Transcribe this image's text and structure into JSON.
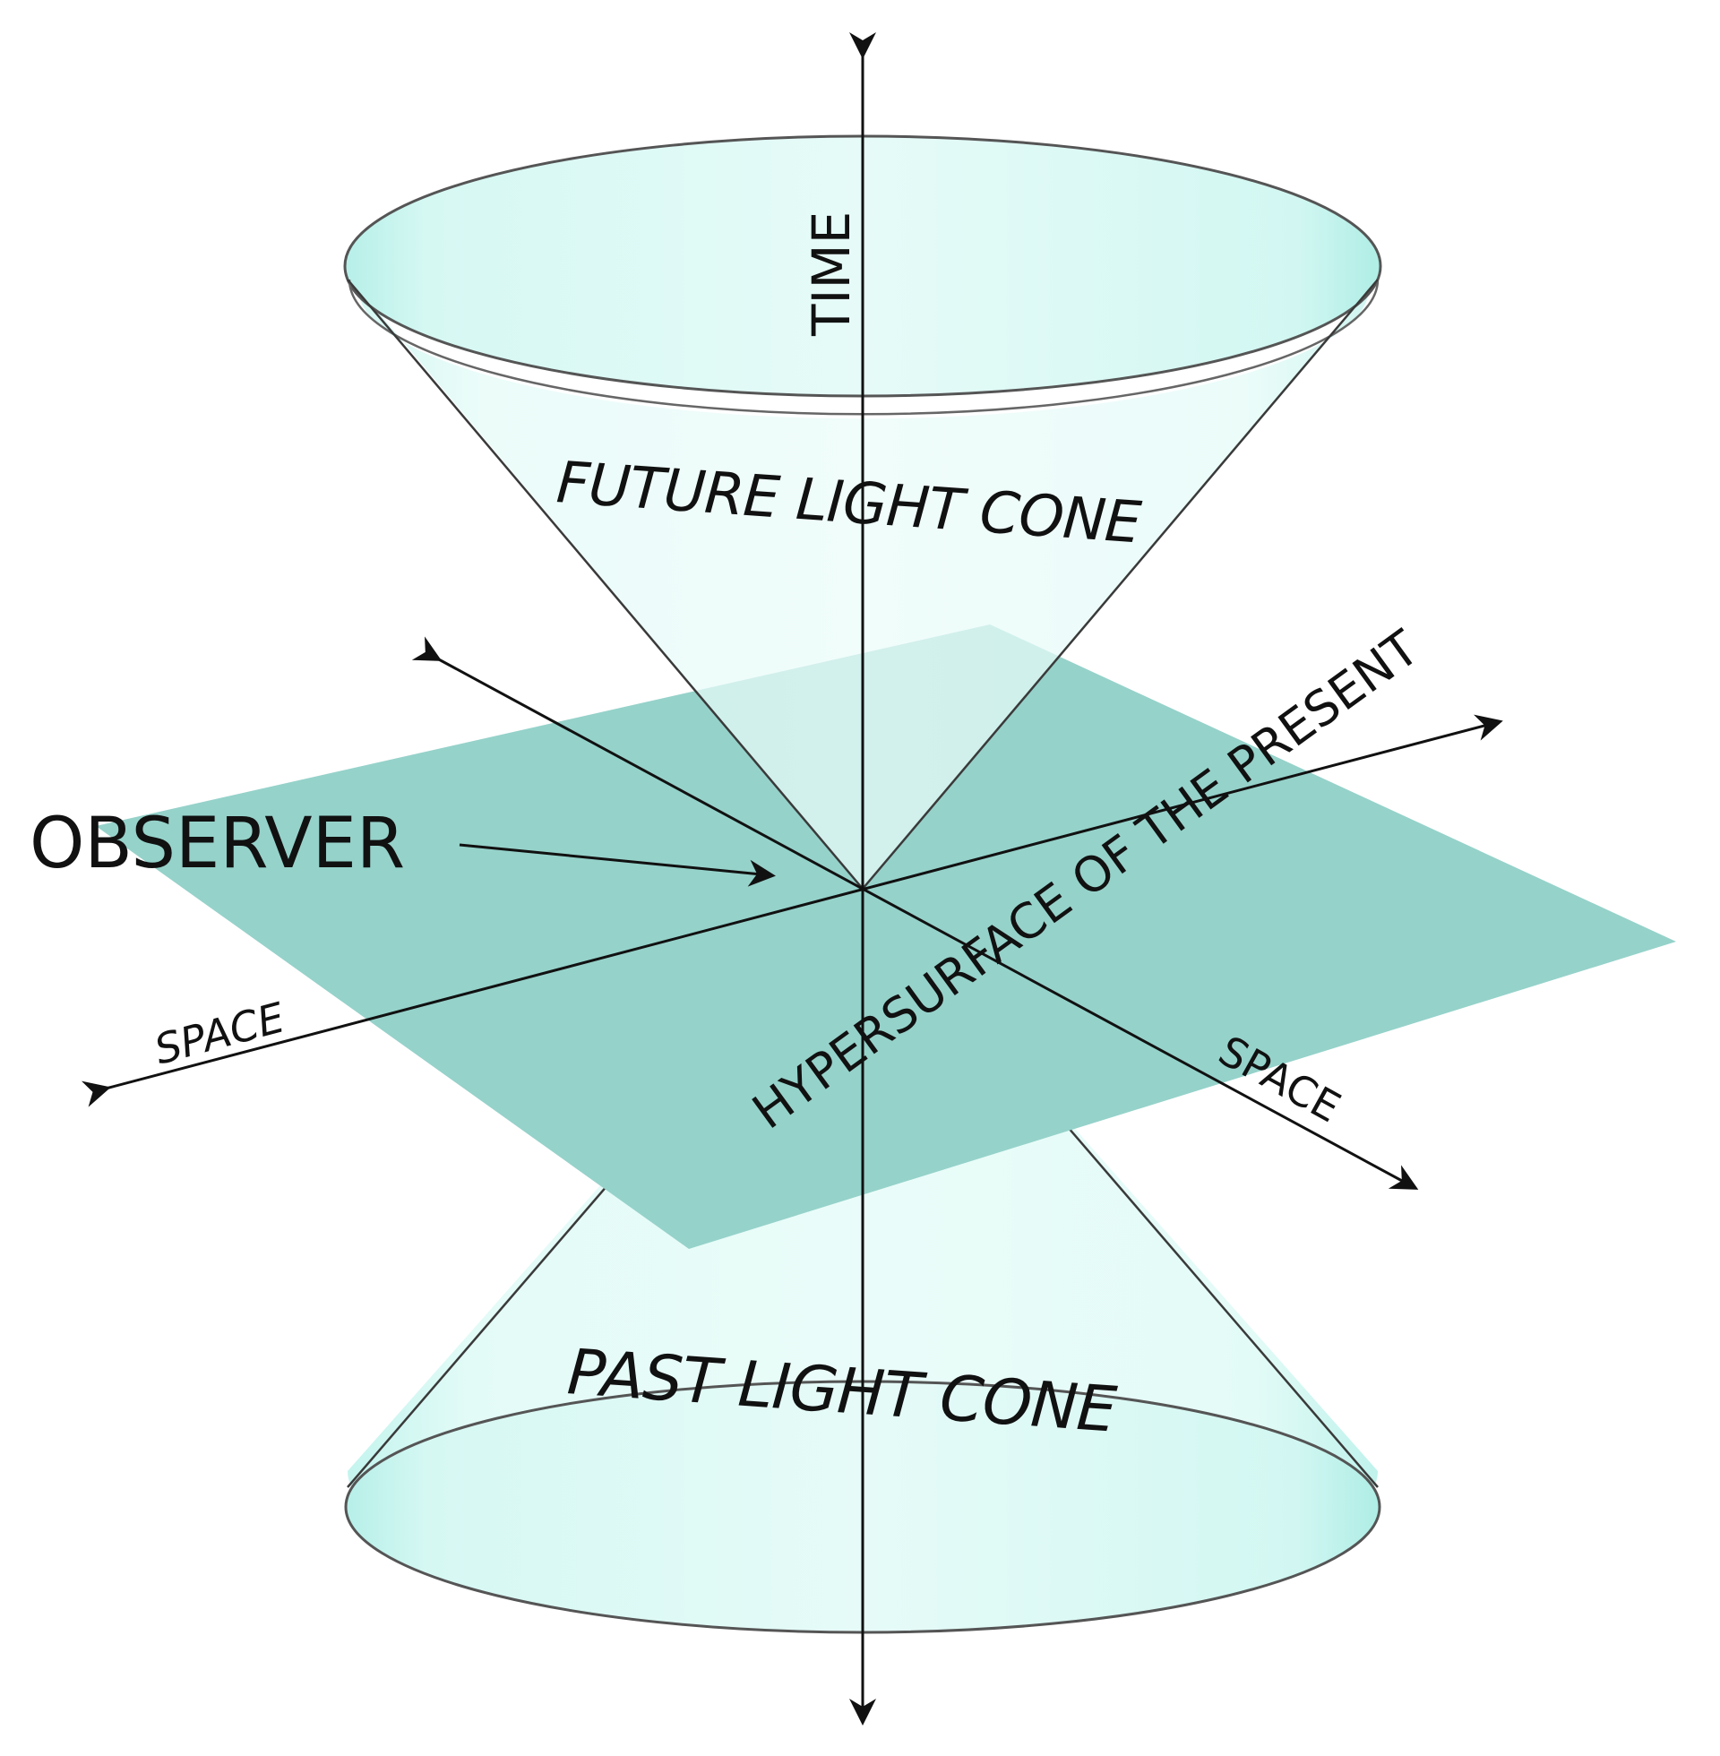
{
  "labels": {
    "time": "TIME",
    "future_light_cone": "FUTURE LIGHT CONE",
    "observer": "OBSERVER",
    "space_left": "SPACE",
    "space_right": "SPACE",
    "hypersurface": "HYPERSURFACE OF THE PRESENT",
    "past_light_cone": "PAST LIGHT CONE"
  },
  "colors": {
    "cone_fill": "#e3fbf7",
    "cone_rim": "#c4f4ee",
    "plane_fill": "#95d2ca",
    "plane_through_cone": "#b9e6df",
    "line": "#3a3a3a",
    "text": "#111111"
  }
}
